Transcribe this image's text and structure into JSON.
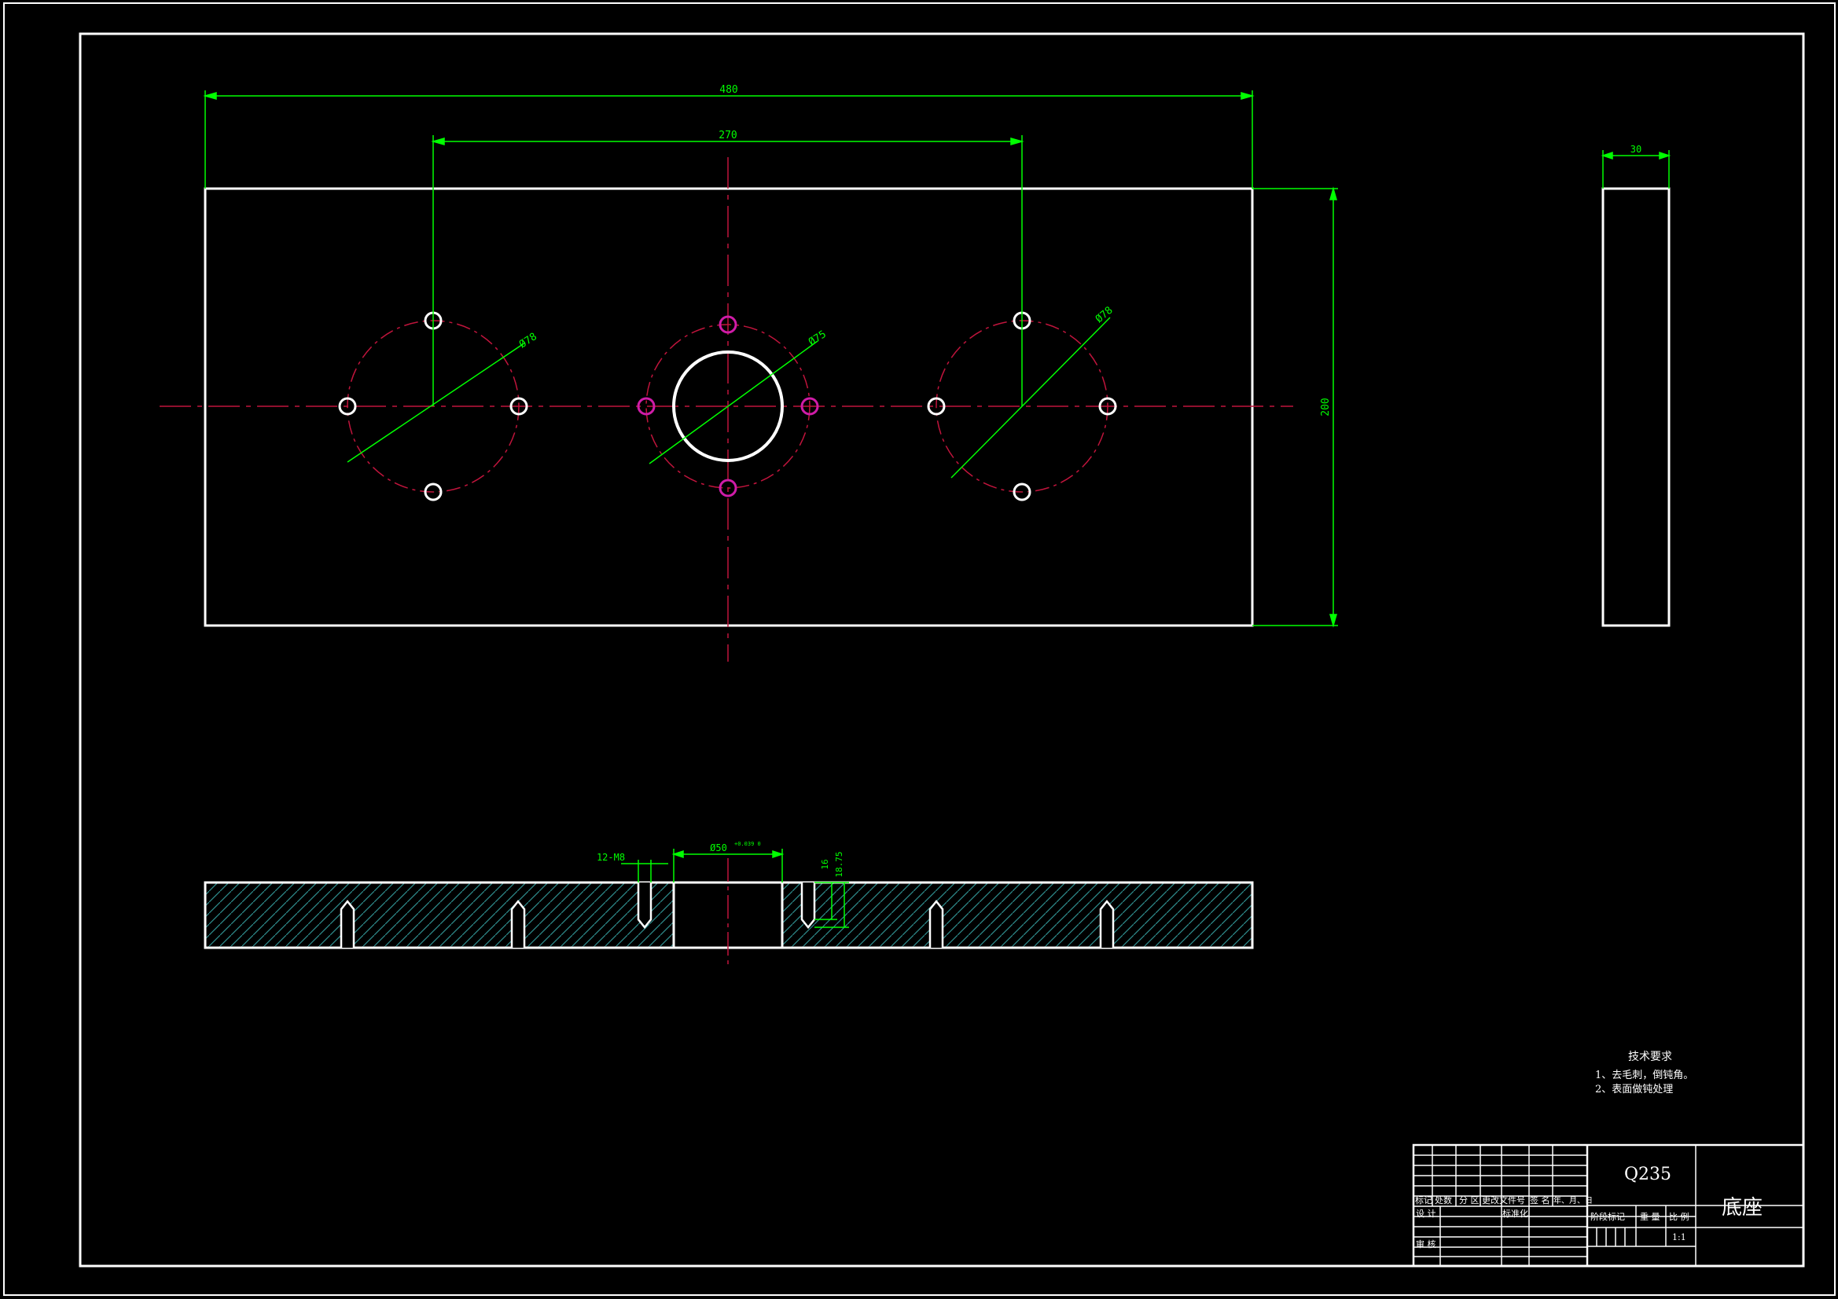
{
  "colors": {
    "background": "#000000",
    "outline": "#ffffff",
    "dimension": "#00ff00",
    "centerline": "#c0143c",
    "bolt_circle_center": "#d01ca8"
  },
  "dimensions": {
    "overall_length": "480",
    "hole_spacing": "270",
    "bolt_circle_left": "Ø78",
    "bolt_circle_center": "Ø75",
    "bolt_circle_right": "Ø78",
    "height": "200",
    "side_thickness": "30",
    "bore": "Ø50",
    "bore_tolerance": "+0.039 0",
    "thread": "12-M8",
    "thread_depth": "16",
    "drill_depth": "18.75"
  },
  "tech_requirements": {
    "title": "技术要求",
    "item1": "1、去毛刺，倒钝角。",
    "item2": "2、表面做钝处理"
  },
  "title_block": {
    "material": "Q235",
    "part_name": "底座",
    "col_mark": "标记",
    "col_count": "处数",
    "col_zone": "分 区",
    "col_change_doc": "更改文件号",
    "col_signature": "签 名",
    "col_date": "年、月、日",
    "design": "设 计",
    "standardization": "标准化",
    "review": "审 核",
    "stage_mark": "阶段标记",
    "weight": "重 量",
    "ratio": "比 例",
    "ratio_value": "1:1"
  }
}
